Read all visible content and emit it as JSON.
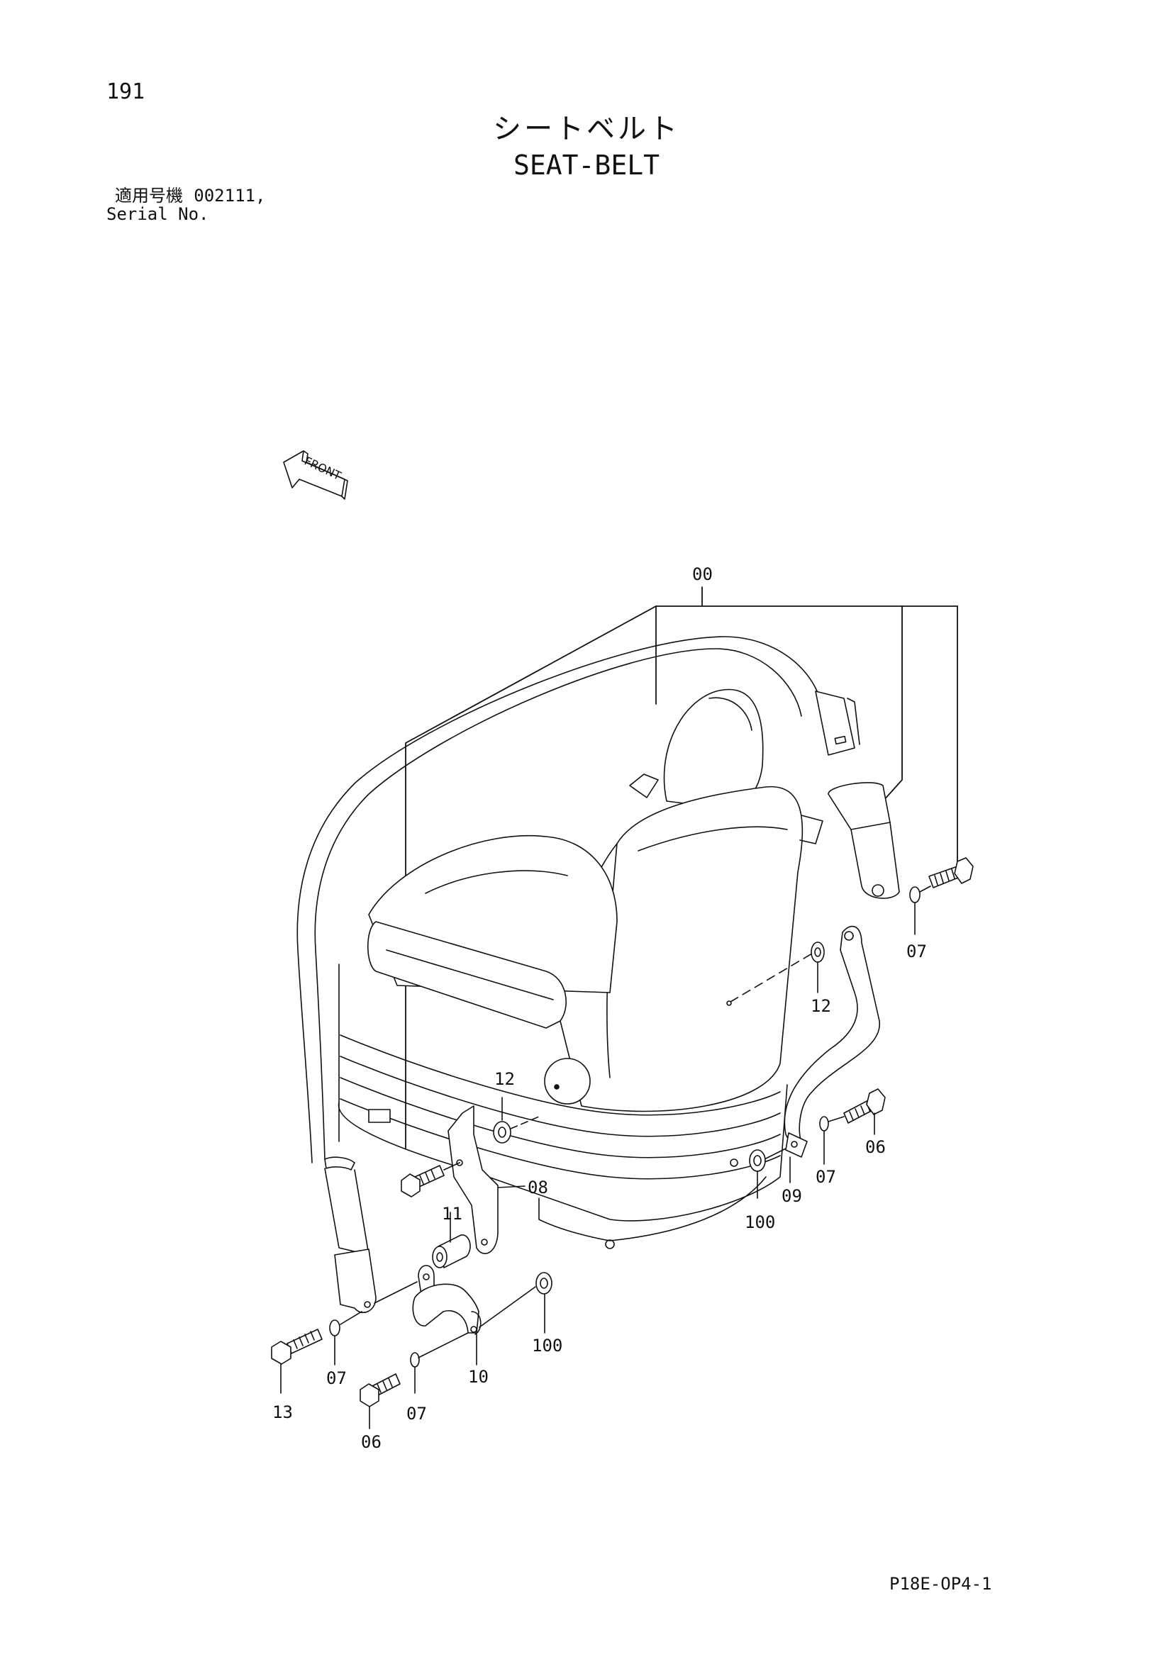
{
  "page": {
    "number": "191",
    "title_jp": "シートベルト",
    "title_en": "SEAT-BELT",
    "serial_label_jp": "適用号機",
    "serial_value": "002111,",
    "serial_label_en": "Serial No.",
    "document_code": "P18E-OP4-1"
  },
  "orientation": {
    "arrow_label": "FRONT"
  },
  "callouts": [
    {
      "id": "assembly",
      "label": "00"
    },
    {
      "id": "washer-upper-right",
      "label": "07"
    },
    {
      "id": "spacer-right",
      "label": "12"
    },
    {
      "id": "spacer-left",
      "label": "12"
    },
    {
      "id": "bracket-left",
      "label": "08"
    },
    {
      "id": "bolt-right",
      "label": "06"
    },
    {
      "id": "washer-right",
      "label": "07"
    },
    {
      "id": "bracket-right",
      "label": "09"
    },
    {
      "id": "nut-right",
      "label": "100"
    },
    {
      "id": "collar",
      "label": "11"
    },
    {
      "id": "nut-left",
      "label": "100"
    },
    {
      "id": "bracket-lower",
      "label": "10"
    },
    {
      "id": "washer-left",
      "label": "07"
    },
    {
      "id": "bolt-left",
      "label": "13"
    },
    {
      "id": "washer-lower",
      "label": "07"
    },
    {
      "id": "bolt-lower",
      "label": "06"
    }
  ]
}
